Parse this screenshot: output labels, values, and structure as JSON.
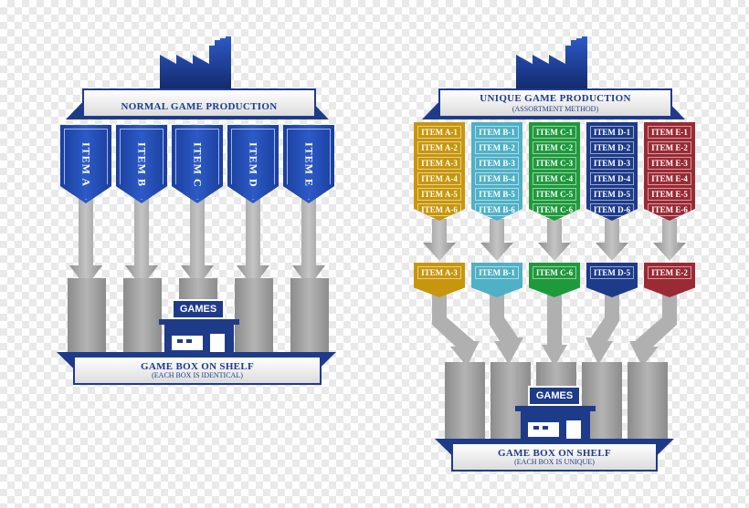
{
  "left": {
    "title": "NORMAL GAME PRODUCTION",
    "items": [
      "ITEM A",
      "ITEM B",
      "ITEM C",
      "ITEM D",
      "ITEM E"
    ],
    "shelf_title": "GAME BOX ON SHELF",
    "shelf_sub": "(EACH BOX IS IDENTICAL)",
    "store_sign": "GAMES"
  },
  "right": {
    "title": "UNIQUE GAME PRODUCTION",
    "subtitle": "(ASSORTMENT METHOD)",
    "columns": [
      {
        "color": "#c8960c",
        "cells": [
          "ITEM A-1",
          "ITEM A-2",
          "ITEM A-3",
          "ITEM A-4",
          "ITEM A-5",
          "ITEM A-6"
        ],
        "pick": "ITEM A-3"
      },
      {
        "color": "#4fb0c6",
        "cells": [
          "ITEM B-1",
          "ITEM B-2",
          "ITEM B-3",
          "ITEM B-4",
          "ITEM B-5",
          "ITEM B-6"
        ],
        "pick": "ITEM B-1"
      },
      {
        "color": "#1e9a3c",
        "cells": [
          "ITEM C-1",
          "ITEM C-2",
          "ITEM C-3",
          "ITEM C-4",
          "ITEM C-5",
          "ITEM C-6"
        ],
        "pick": "ITEM C-6"
      },
      {
        "color": "#1e3b8a",
        "cells": [
          "ITEM D-1",
          "ITEM D-2",
          "ITEM D-3",
          "ITEM D-4",
          "ITEM D-5",
          "ITEM D-6"
        ],
        "pick": "ITEM D-5"
      },
      {
        "color": "#9a2a34",
        "cells": [
          "ITEM E-1",
          "ITEM E-2",
          "ITEM E-3",
          "ITEM E-4",
          "ITEM E-5",
          "ITEM E-6"
        ],
        "pick": "ITEM E-2"
      }
    ],
    "shelf_title": "GAME BOX ON SHELF",
    "shelf_sub": "(EACH BOX IS UNIQUE)",
    "store_sign": "GAMES"
  },
  "colors": {
    "navy": "#1e3b8a",
    "gray": "#a8a8a8"
  }
}
